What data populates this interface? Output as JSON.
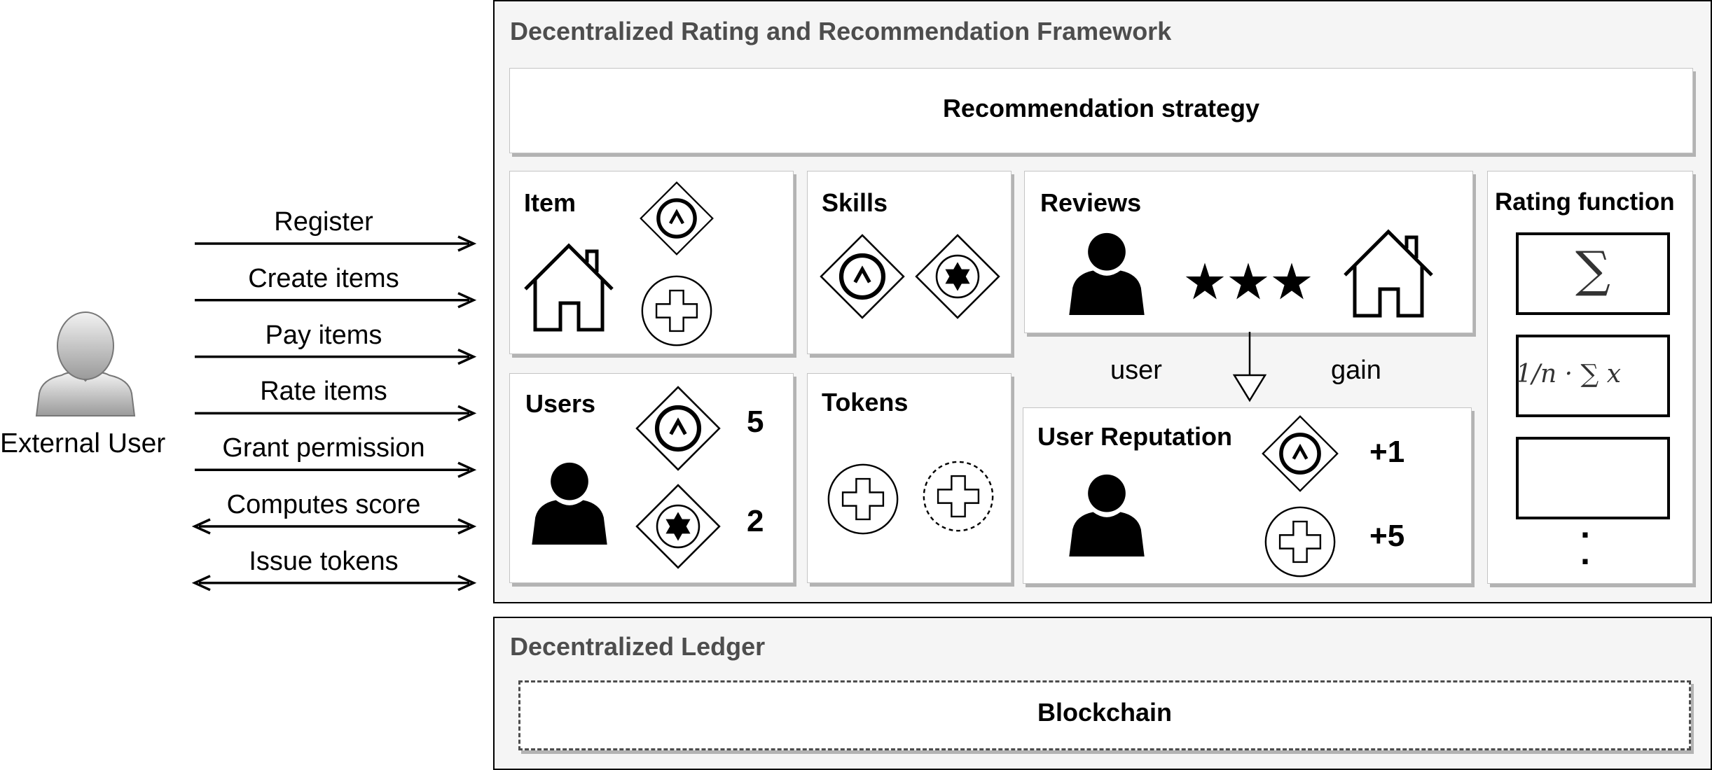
{
  "external_user": {
    "label": "External User"
  },
  "actions": [
    {
      "label": "Register",
      "direction": "right"
    },
    {
      "label": "Create items",
      "direction": "right"
    },
    {
      "label": "Pay items",
      "direction": "right"
    },
    {
      "label": "Rate items",
      "direction": "right"
    },
    {
      "label": "Grant permission",
      "direction": "right"
    },
    {
      "label": "Computes score",
      "direction": "both"
    },
    {
      "label": "Issue tokens",
      "direction": "both"
    }
  ],
  "framework": {
    "title": "Decentralized Rating and Recommendation Framework",
    "recommendation_strategy": "Recommendation strategy",
    "item": {
      "title": "Item"
    },
    "skills": {
      "title": "Skills"
    },
    "reviews": {
      "title": "Reviews"
    },
    "rating_function": {
      "title": "Rating function",
      "formula_sum": "∑",
      "formula_mean": "1/n · ∑ x",
      "ellipsis": "·"
    },
    "users": {
      "title": "Users",
      "skill_a_count": "5",
      "skill_b_count": "2"
    },
    "tokens": {
      "title": "Tokens"
    },
    "flow_labels": {
      "left": "user",
      "right": "gain"
    },
    "user_reputation": {
      "title": "User Reputation",
      "skill_gain": "+1",
      "token_gain": "+5"
    }
  },
  "ledger": {
    "title": "Decentralized Ledger",
    "blockchain": "Blockchain"
  },
  "icons": {
    "user": "user-silhouette-icon",
    "house": "house-icon",
    "skill_a": "circle-caret-diamond-icon",
    "skill_b": "star-diamond-icon",
    "token": "plus-circle-icon",
    "star": "star-icon"
  }
}
